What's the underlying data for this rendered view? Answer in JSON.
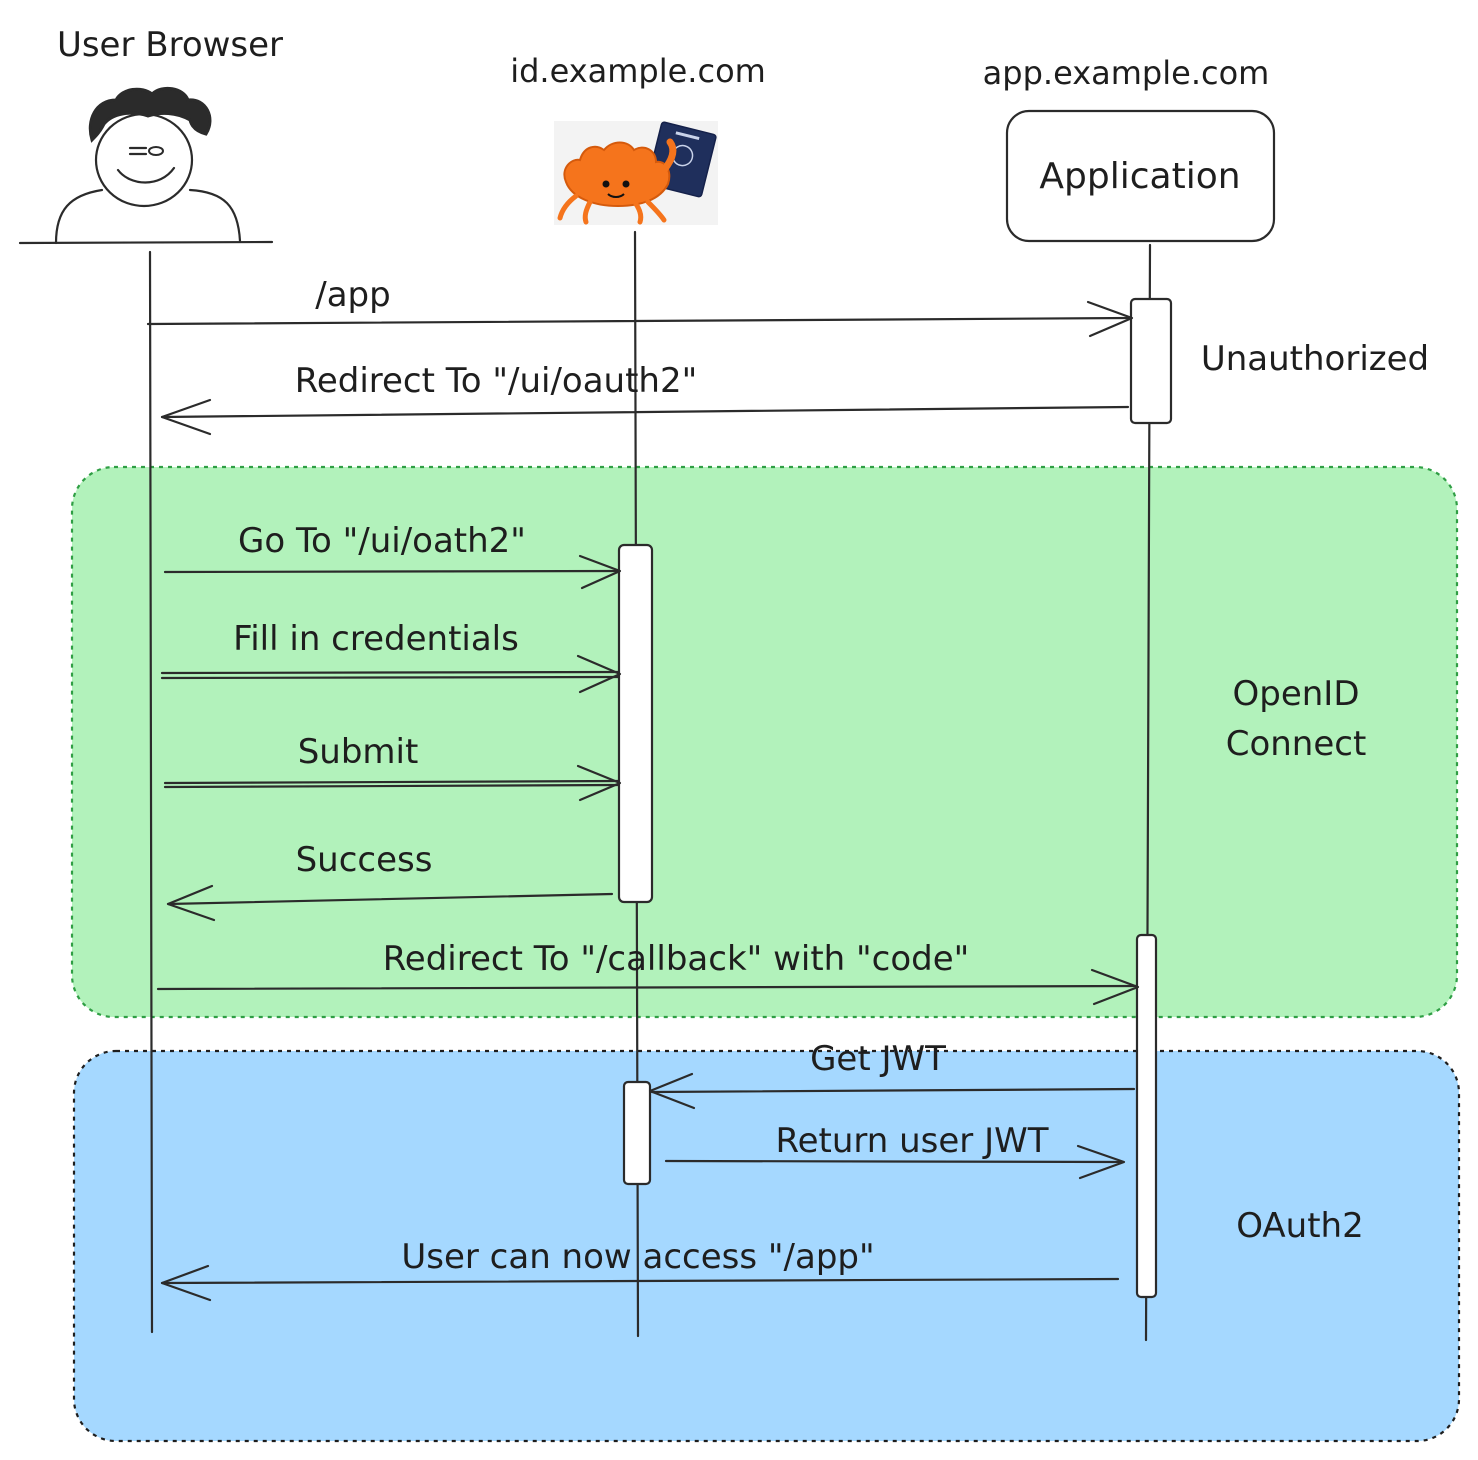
{
  "participants": {
    "user": {
      "label": "User Browser"
    },
    "id": {
      "label": "id.example.com",
      "logo": "ferris-crab-holding-passport"
    },
    "app": {
      "label": "app.example.com",
      "box_label": "Application"
    }
  },
  "notes": {
    "unauthorized": "Unauthorized"
  },
  "groups": {
    "openid": {
      "line1": "OpenID",
      "line2": "Connect",
      "color": "#b2f2bb",
      "border": "#2f9e44"
    },
    "oauth2": {
      "label": "OAuth2",
      "color": "#a5d8ff",
      "border": "#1e1e1e"
    }
  },
  "messages": [
    {
      "label": "/app",
      "from": "user",
      "to": "app"
    },
    {
      "label": "Redirect To \"/ui/oauth2\"",
      "from": "app",
      "to": "user"
    },
    {
      "label": "Go To \"/ui/oath2\"",
      "from": "user",
      "to": "id"
    },
    {
      "label": "Fill in credentials",
      "from": "user",
      "to": "id"
    },
    {
      "label": "Submit",
      "from": "user",
      "to": "id"
    },
    {
      "label": "Success",
      "from": "id",
      "to": "user"
    },
    {
      "label": "Redirect To \"/callback\" with \"code\"",
      "from": "user",
      "to": "app"
    },
    {
      "label": "Get JWT",
      "from": "app",
      "to": "id"
    },
    {
      "label": "Return user JWT",
      "from": "id",
      "to": "app"
    },
    {
      "label": "User can now access \"/app\"",
      "from": "app",
      "to": "user"
    }
  ]
}
